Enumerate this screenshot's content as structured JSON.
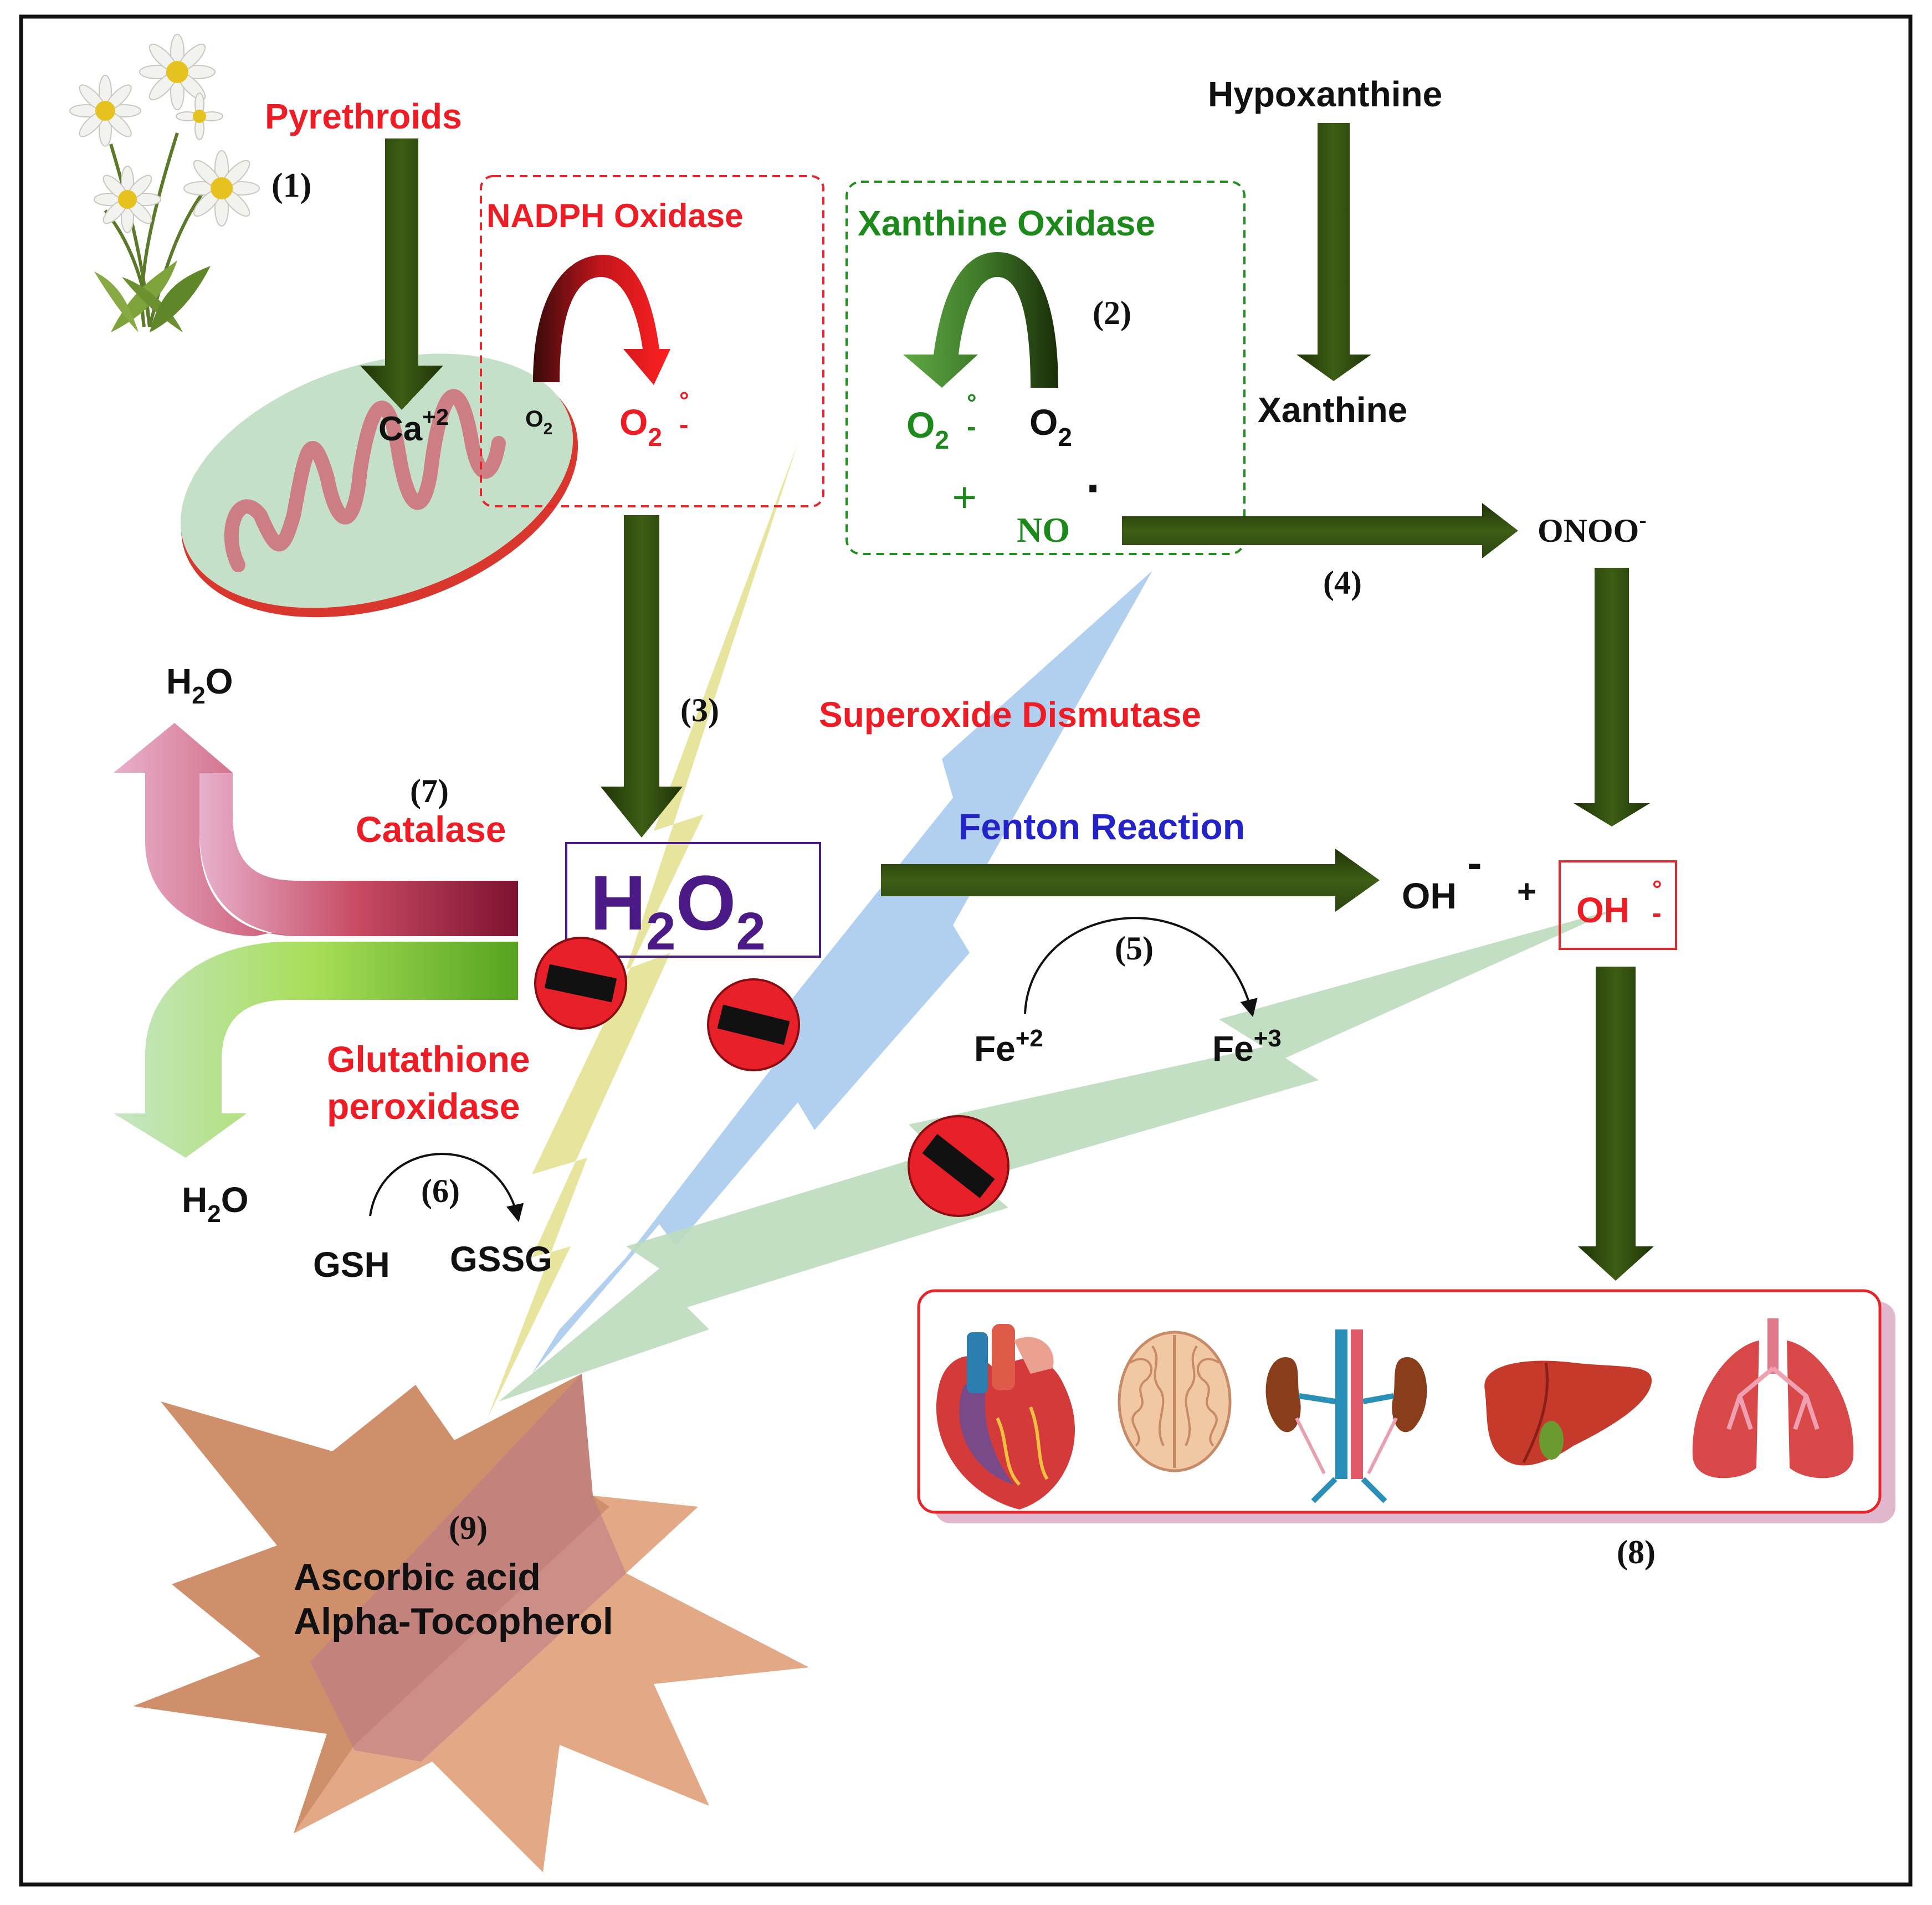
{
  "labels": {
    "pyrethroids": "Pyrethroids",
    "ca": "Ca",
    "ca_sup": "+2",
    "nadph_oxidase": "NADPH Oxidase",
    "o2": "O",
    "o2_sub": "2",
    "radical_mark": "°",
    "minus_mark": "-",
    "xanthine_oxidase": "Xanthine Oxidase",
    "plus": "+",
    "no": "NO",
    "no_dot": "·",
    "hypoxanthine": "Hypoxanthine",
    "xanthine": "Xanthine",
    "onoo": "ONOO",
    "onoo_sup": "-",
    "superoxide_dismutase": "Superoxide Dismutase",
    "h2o": "H",
    "h2o_sub": "2",
    "h2o_o": "O",
    "catalase": "Catalase",
    "glutathione_peroxidase_line1": "Glutathione",
    "glutathione_peroxidase_line2": "peroxidase",
    "h2o2_h": "H",
    "h2o2_sub": "2",
    "h2o2_o": "O",
    "h2o2_sub2": "2",
    "fenton_reaction": "Fenton Reaction",
    "oh": "OH",
    "oh_sup": "-",
    "oh_plus": "+",
    "oh_radical": "OH",
    "fe2": "Fe",
    "fe2_sup": "+2",
    "fe3": "Fe",
    "fe3_sup": "+3",
    "gsh": "GSH",
    "gssg": "GSSG",
    "ascorbic_acid": "Ascorbic acid",
    "alpha_tocopherol": "Alpha-Tocopherol"
  },
  "steps": {
    "s1": "(1)",
    "s2": "(2)",
    "s3": "(3)",
    "s4": "(4)",
    "s5": "(5)",
    "s6": "(6)",
    "s7": "(7)",
    "s8": "(8)",
    "s9": "(9)"
  },
  "icons": [
    "chamomile-flower-icon",
    "mitochondrion-icon",
    "heart-icon",
    "brain-icon",
    "kidney-icon",
    "liver-icon",
    "lungs-icon",
    "inhibition-icon"
  ],
  "colors": {
    "red_label": "#ee1c24",
    "green_label": "#1b8a1b",
    "blue_label": "#2323c8",
    "purple": "#4b1a86",
    "dark_arrow": "#2f4a10",
    "yellow_bolt": "#e2e08a",
    "blue_bolt": "#a9cbee",
    "green_bolt": "#b8d9b8",
    "star": "#e0a67f"
  }
}
